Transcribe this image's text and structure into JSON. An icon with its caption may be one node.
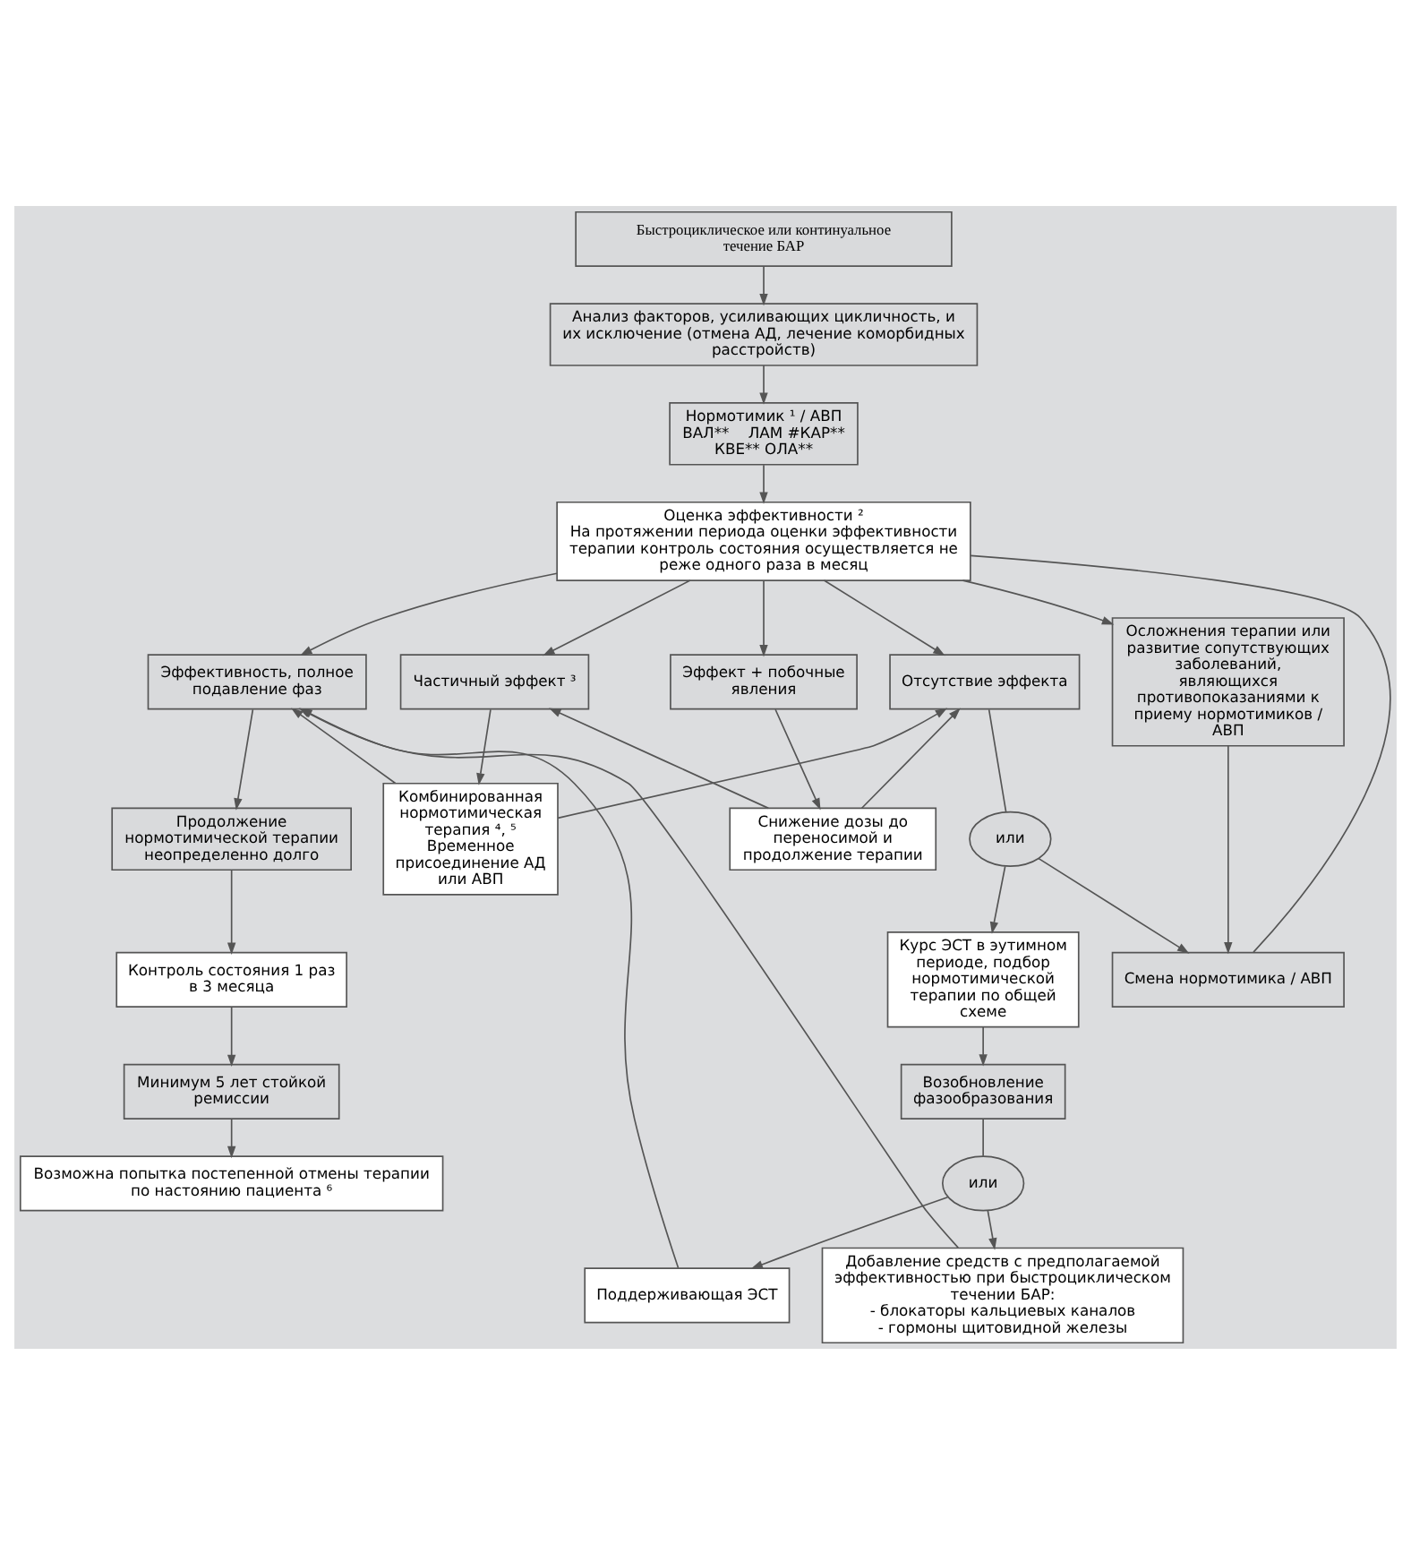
{
  "diagram": {
    "nodes": [
      {
        "text": [
          "Быстроциклическое или континуальное течение БАР"
        ]
      },
      {
        "text": [
          "Анализ факторов, усиливающих цикличность, и их исключение (отмена АД, лечение коморбидных расстройств)"
        ]
      },
      {
        "text": [
          "Нормотимик ¹ / АВП",
          "ВАЛ**    ЛАМ #КАР**",
          "КВЕ** ОЛА**"
        ]
      },
      {
        "text": [
          "Оценка эффективности ²",
          "На протяжении периода оценки эффективности терапии контроль состояния осуществляется не реже одного раза в месяц"
        ]
      },
      {
        "text": [
          "Эффективность, полное подавление фаз"
        ]
      },
      {
        "text": [
          "Частичный эффект ³"
        ]
      },
      {
        "text": [
          "Эффект + побочные явления"
        ]
      },
      {
        "text": [
          "Отсутствие эффекта"
        ]
      },
      {
        "text": [
          "Осложнения терапии или развитие сопутствующих заболеваний, являющихся противопоказаниями к приему нормотимиков / АВП"
        ]
      },
      {
        "text": [
          "Снижение дозы до переносимой и продолжение терапии"
        ]
      },
      {
        "text": [
          "Комбинированная нормотимическая терапия ⁴, ⁵",
          "Временное присоединение АД или АВП"
        ]
      },
      {
        "text": [
          "или"
        ]
      },
      {
        "text": [
          "Курс ЭСТ в эутимном периоде, подбор нормотимической терапии по общей схеме"
        ]
      },
      {
        "text": [
          "Смена нормотимика / АВП"
        ]
      },
      {
        "text": [
          "Продолжение нормотимической терапии неопределенно долго"
        ]
      },
      {
        "text": [
          "Возобновление фазообразования"
        ]
      },
      {
        "text": [
          "или"
        ]
      },
      {
        "text": [
          "Контроль состояния 1 раз в 3 месяца"
        ]
      },
      {
        "text": [
          "Поддерживающая ЭСТ"
        ]
      },
      {
        "text": [
          "Добавление средств с предполагаемой эффективностью при быстроциклическом течении БАР:",
          "- блокаторы кальциевых каналов",
          "- гормоны щитовидной железы"
        ]
      },
      {
        "text": [
          "Минимум 5 лет стойкой ремиссии"
        ]
      },
      {
        "text": [
          "Возможна попытка постепенной отмены терапии по настоянию пациента ⁶"
        ]
      }
    ],
    "edges": [
      {
        "from": 0,
        "to": 1,
        "arrow": "to"
      },
      {
        "from": 1,
        "to": 2,
        "arrow": "to"
      },
      {
        "from": 2,
        "to": 3,
        "arrow": "to"
      },
      {
        "from": 3,
        "to": 4,
        "arrow": "to"
      },
      {
        "from": 3,
        "to": 5,
        "arrow": "to"
      },
      {
        "from": 3,
        "to": 6,
        "arrow": "to"
      },
      {
        "from": 3,
        "to": 7,
        "arrow": "to"
      },
      {
        "from": 3,
        "to": 8,
        "arrow": "to"
      },
      {
        "from": 13,
        "to": 3,
        "arrow": "none"
      },
      {
        "from": 6,
        "to": 9,
        "arrow": "to"
      },
      {
        "from": 9,
        "to": 5,
        "arrow": "to"
      },
      {
        "from": 9,
        "to": 7,
        "arrow": "to"
      },
      {
        "from": 5,
        "to": 10,
        "arrow": "to"
      },
      {
        "from": 10,
        "to": 4,
        "arrow": "to"
      },
      {
        "from": 10,
        "to": 7,
        "arrow": "to"
      },
      {
        "from": 7,
        "to": 11,
        "arrow": "none"
      },
      {
        "from": 11,
        "to": 12,
        "arrow": "to"
      },
      {
        "from": 11,
        "to": 13,
        "arrow": "to"
      },
      {
        "from": 8,
        "to": 13,
        "arrow": "to"
      },
      {
        "from": 4,
        "to": 14,
        "arrow": "to"
      },
      {
        "from": 14,
        "to": 17,
        "arrow": "to"
      },
      {
        "from": 17,
        "to": 20,
        "arrow": "to"
      },
      {
        "from": 20,
        "to": 21,
        "arrow": "to"
      },
      {
        "from": 12,
        "to": 15,
        "arrow": "to"
      },
      {
        "from": 15,
        "to": 16,
        "arrow": "none"
      },
      {
        "from": 16,
        "to": 18,
        "arrow": "to"
      },
      {
        "from": 16,
        "to": 19,
        "arrow": "to"
      },
      {
        "from": 18,
        "to": 4,
        "arrow": "to"
      },
      {
        "from": 19,
        "to": 4,
        "arrow": "to"
      }
    ]
  }
}
